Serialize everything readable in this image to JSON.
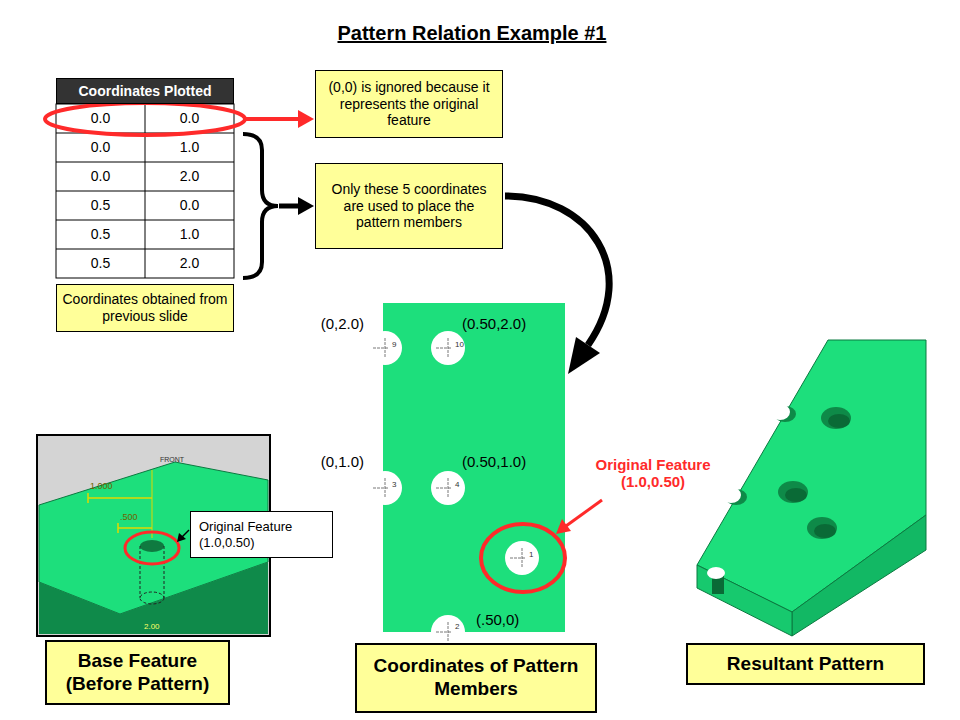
{
  "diagram": {
    "title": "Pattern Relation Example #1",
    "nodes": [
      {
        "text": [
          "Coordinates Plotted"
        ]
      },
      {
        "text": [
          "(0,0) is ignored because it represents the original feature"
        ]
      },
      {
        "text": [
          "Only these 5 coordinates are used to place the pattern members"
        ]
      },
      {
        "text": [
          "Coordinates obtained from previous slide"
        ]
      },
      {
        "text": [
          "Original Feature (1.0,0.50)"
        ]
      },
      {
        "text": [
          "Base Feature (Before Pattern)"
        ]
      },
      {
        "text": [
          "Coordinates of Pattern Members"
        ]
      },
      {
        "text": [
          "Resultant Pattern"
        ]
      }
    ],
    "labels": [
      "0.0",
      "0.0",
      "0.0",
      "1.0",
      "0.0",
      "2.0",
      "0.5",
      "0.0",
      "0.5",
      "1.0",
      "0.5",
      "2.0",
      "(0,2.0)",
      "(0.50,2.0)",
      "(0,1.0)",
      "(0.50,1.0)",
      "Original Feature (1.0,0.50)",
      "(.50,0)",
      "9",
      "10",
      "3",
      "4",
      "1",
      "2",
      "FRONT",
      "1.000",
      ".500",
      "2.00"
    ]
  }
}
